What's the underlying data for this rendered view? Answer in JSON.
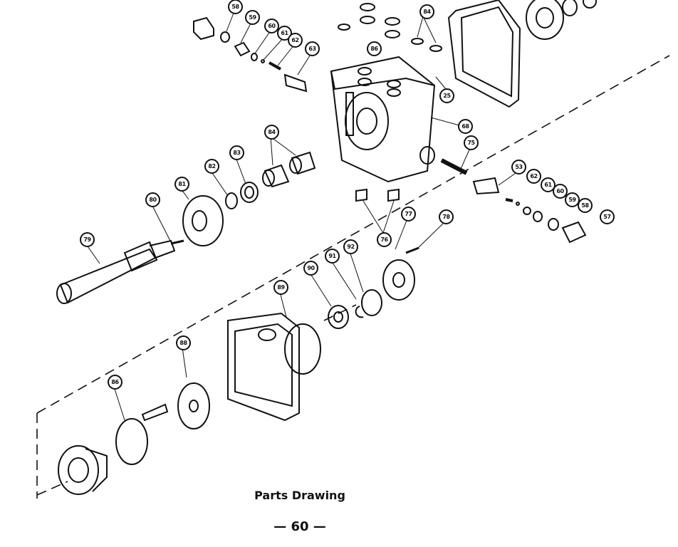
{
  "callouts": {
    "top": [
      "58",
      "59",
      "60",
      "61",
      "62",
      "63",
      "84",
      "86",
      "25",
      "68"
    ],
    "mid": [
      "84",
      "83",
      "82",
      "81",
      "80",
      "79",
      "75",
      "53",
      "62",
      "61",
      "60",
      "59",
      "58",
      "57",
      "76",
      "77",
      "78"
    ],
    "lower": [
      "92",
      "91",
      "90",
      "89",
      "88",
      "86"
    ]
  },
  "caption": "Parts Drawing",
  "page_number": "— 60 —"
}
